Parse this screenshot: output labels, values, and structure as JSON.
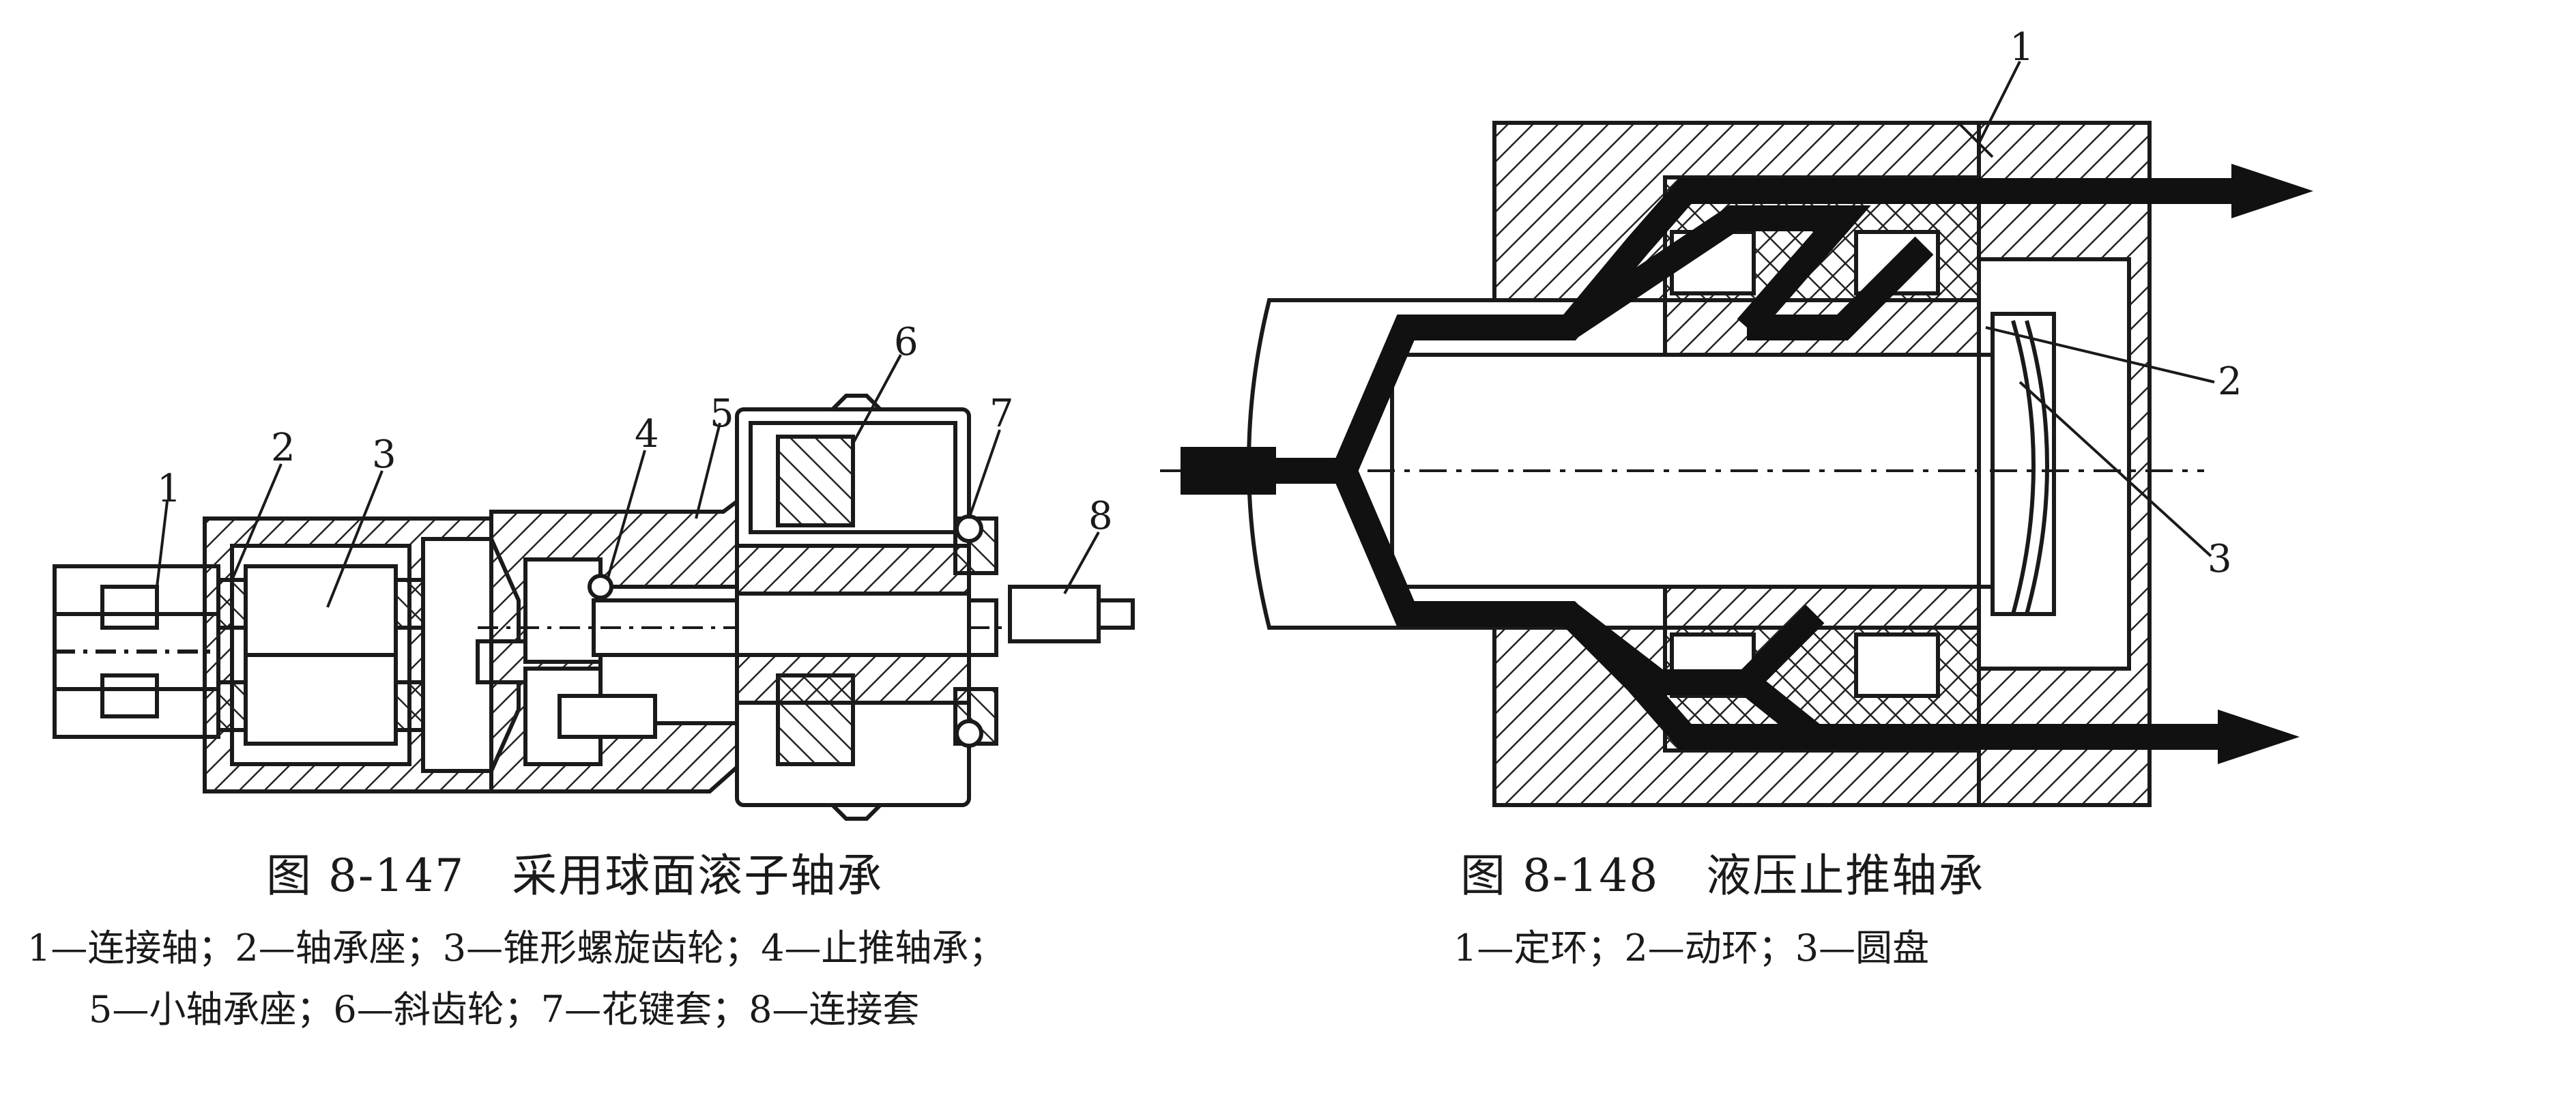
{
  "figure_147": {
    "caption_number": "图 8-147",
    "caption_title": "采用球面滚子轴承",
    "legend_line_1": "1—连接轴；2—轴承座；3—锥形螺旋齿轮；4—止推轴承；",
    "legend_line_2": "5—小轴承座；6—斜齿轮；7—花键套；8—连接套",
    "callouts": [
      "1",
      "2",
      "3",
      "4",
      "5",
      "6",
      "7",
      "8"
    ]
  },
  "figure_148": {
    "caption_number": "图 8-148",
    "caption_title": "液压止推轴承",
    "legend_line_1": "1—定环；2—动环；3—圆盘",
    "callouts": [
      "1",
      "2",
      "3"
    ]
  }
}
